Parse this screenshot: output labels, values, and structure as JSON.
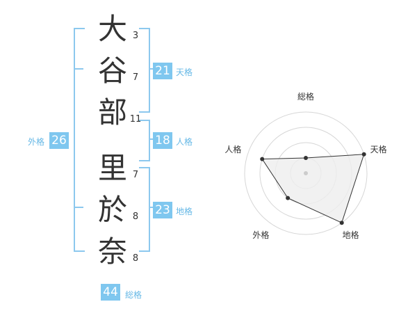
{
  "characters": [
    {
      "char": "大",
      "strokes": "3"
    },
    {
      "char": "谷",
      "strokes": "7"
    },
    {
      "char": "部",
      "strokes": "11"
    },
    {
      "char": "里",
      "strokes": "7"
    },
    {
      "char": "於",
      "strokes": "8"
    },
    {
      "char": "奈",
      "strokes": "8"
    }
  ],
  "fortunes": {
    "tenkaku": {
      "value": "21",
      "label": "天格"
    },
    "jinkaku": {
      "value": "18",
      "label": "人格"
    },
    "chikaku": {
      "value": "23",
      "label": "地格"
    },
    "gaikaku": {
      "value": "26",
      "label": "外格"
    },
    "soukaku": {
      "value": "44",
      "label": "総格"
    }
  },
  "chart_data": {
    "type": "radar",
    "axes": [
      "総格",
      "天格",
      "地格",
      "外格",
      "人格"
    ],
    "rings": 4,
    "max": 4,
    "values": [
      1,
      4,
      4,
      2,
      3
    ]
  }
}
